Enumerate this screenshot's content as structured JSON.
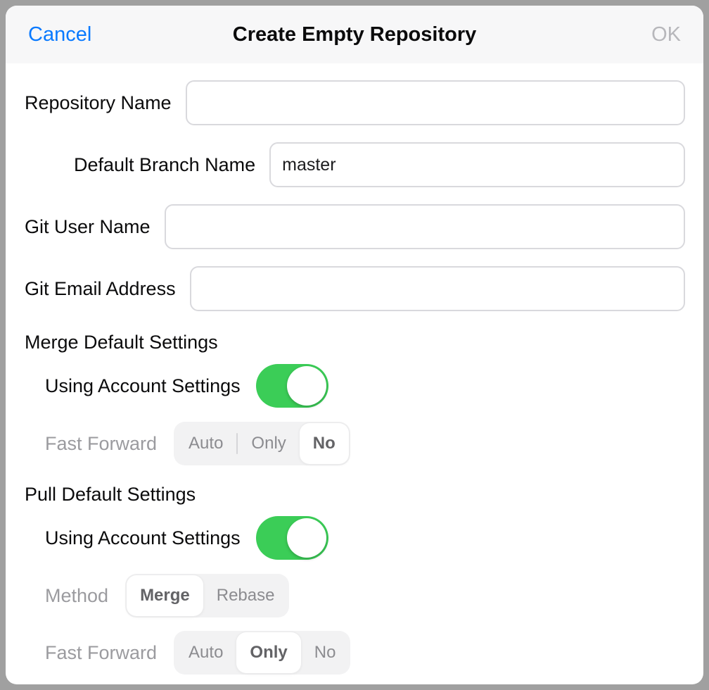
{
  "header": {
    "cancel_label": "Cancel",
    "title": "Create Empty Repository",
    "ok_label": "OK"
  },
  "fields": {
    "repository_name": {
      "label": "Repository Name",
      "value": ""
    },
    "default_branch": {
      "label": "Default Branch Name",
      "value": "master"
    },
    "git_user": {
      "label": "Git User Name",
      "value": ""
    },
    "git_email": {
      "label": "Git Email Address",
      "value": ""
    }
  },
  "merge_section": {
    "title": "Merge Default Settings",
    "using_account": {
      "label": "Using Account Settings",
      "enabled": true
    },
    "fast_forward": {
      "label": "Fast Forward",
      "options": [
        "Auto",
        "Only",
        "No"
      ],
      "selected": "No",
      "disabled": true
    }
  },
  "pull_section": {
    "title": "Pull Default Settings",
    "using_account": {
      "label": "Using Account Settings",
      "enabled": true
    },
    "method": {
      "label": "Method",
      "options": [
        "Merge",
        "Rebase"
      ],
      "selected": "Merge",
      "disabled": true
    },
    "fast_forward": {
      "label": "Fast Forward",
      "options": [
        "Auto",
        "Only",
        "No"
      ],
      "selected": "Only",
      "disabled": true
    }
  },
  "colors": {
    "accent_blue": "#0a7aff",
    "toggle_green": "#3bcd57",
    "disabled_text": "#9b9b9f",
    "frame_gray": "#a0a0a0",
    "header_bg": "#f7f7f8"
  }
}
